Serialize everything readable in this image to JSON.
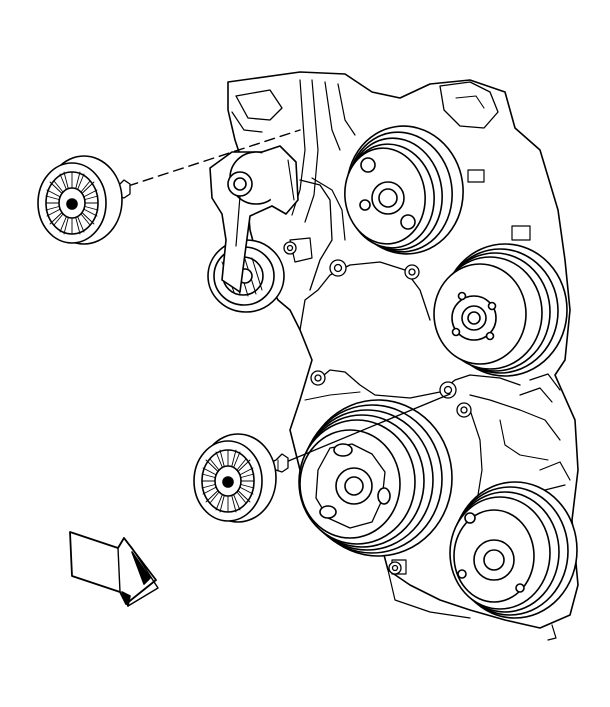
{
  "diagram": {
    "background": "#ffffff",
    "line_color": "#000000",
    "fill_color": "#ffffff",
    "components": [
      "idler-pulley-upper",
      "idler-pulley-lower",
      "belt-tensioner",
      "power-steering-pump-pulley",
      "water-pump-pulley",
      "crankshaft-balancer",
      "ac-compressor-clutch",
      "engine-front-cover",
      "view-direction-arrow"
    ]
  }
}
